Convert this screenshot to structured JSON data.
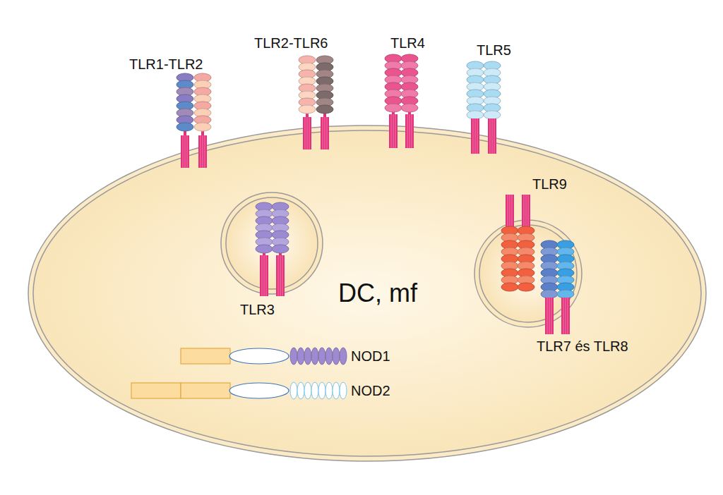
{
  "diagram": {
    "nodes": [
      {
        "text": [
          "DC, mf"
        ]
      }
    ],
    "labels": [
      "TLR1-TLR2",
      "TLR2-TLR6",
      "TLR4",
      "TLR5",
      "TLR9",
      "TLR3",
      "TLR7 és TLR8",
      "NOD1",
      "NOD2"
    ]
  }
}
